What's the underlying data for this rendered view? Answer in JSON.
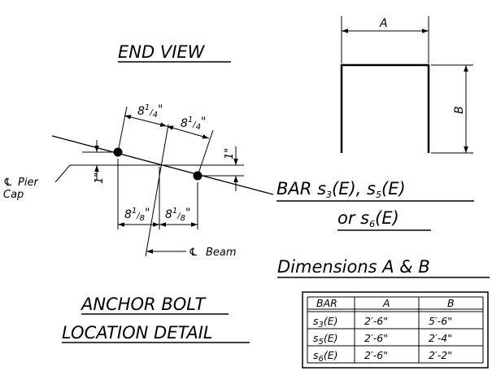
{
  "end_view": {
    "title": "END VIEW",
    "dims": {
      "upper_left": [
        "8",
        "1",
        "4",
        "\""
      ],
      "upper_right": [
        "8",
        "1",
        "4",
        "\""
      ],
      "lower_left": [
        "8",
        "1",
        "8",
        "\""
      ],
      "lower_right": [
        "8",
        "1",
        "8",
        "\""
      ],
      "left_vertical": "1\"",
      "right_vertical": "1\""
    },
    "labels": {
      "pier_cap_line1": "Pier",
      "pier_cap_line2": "Cap",
      "beam": "Beam",
      "centerline_symbol": "℄"
    }
  },
  "anchor_title": {
    "line1": "ANCHOR BOLT",
    "line2": "LOCATION DETAIL"
  },
  "bar_shape": {
    "dim_a": "A",
    "dim_b": "B"
  },
  "bar_title": {
    "line1": {
      "bar": "BAR",
      "s1": "s",
      "n1": "3",
      "e1": "(E),",
      "s2": "s",
      "n2": "5",
      "e2": "(E)"
    },
    "line2": {
      "or": "or",
      "s3": "s",
      "n3": "6",
      "e3": "(E)"
    }
  },
  "dimensions_title": "Dimensions A & B",
  "table": {
    "headers": [
      "BAR",
      "A",
      "B"
    ],
    "rows": [
      {
        "bar_s": "s",
        "bar_n": "3",
        "bar_e": "(E)",
        "a": "2′-6\"",
        "b": "5′-6\""
      },
      {
        "bar_s": "s",
        "bar_n": "5",
        "bar_e": "(E)",
        "a": "2′-6\"",
        "b": "2′-4\""
      },
      {
        "bar_s": "s",
        "bar_n": "6",
        "bar_e": "(E)",
        "a": "2′-6\"",
        "b": "2′-2\""
      }
    ]
  }
}
